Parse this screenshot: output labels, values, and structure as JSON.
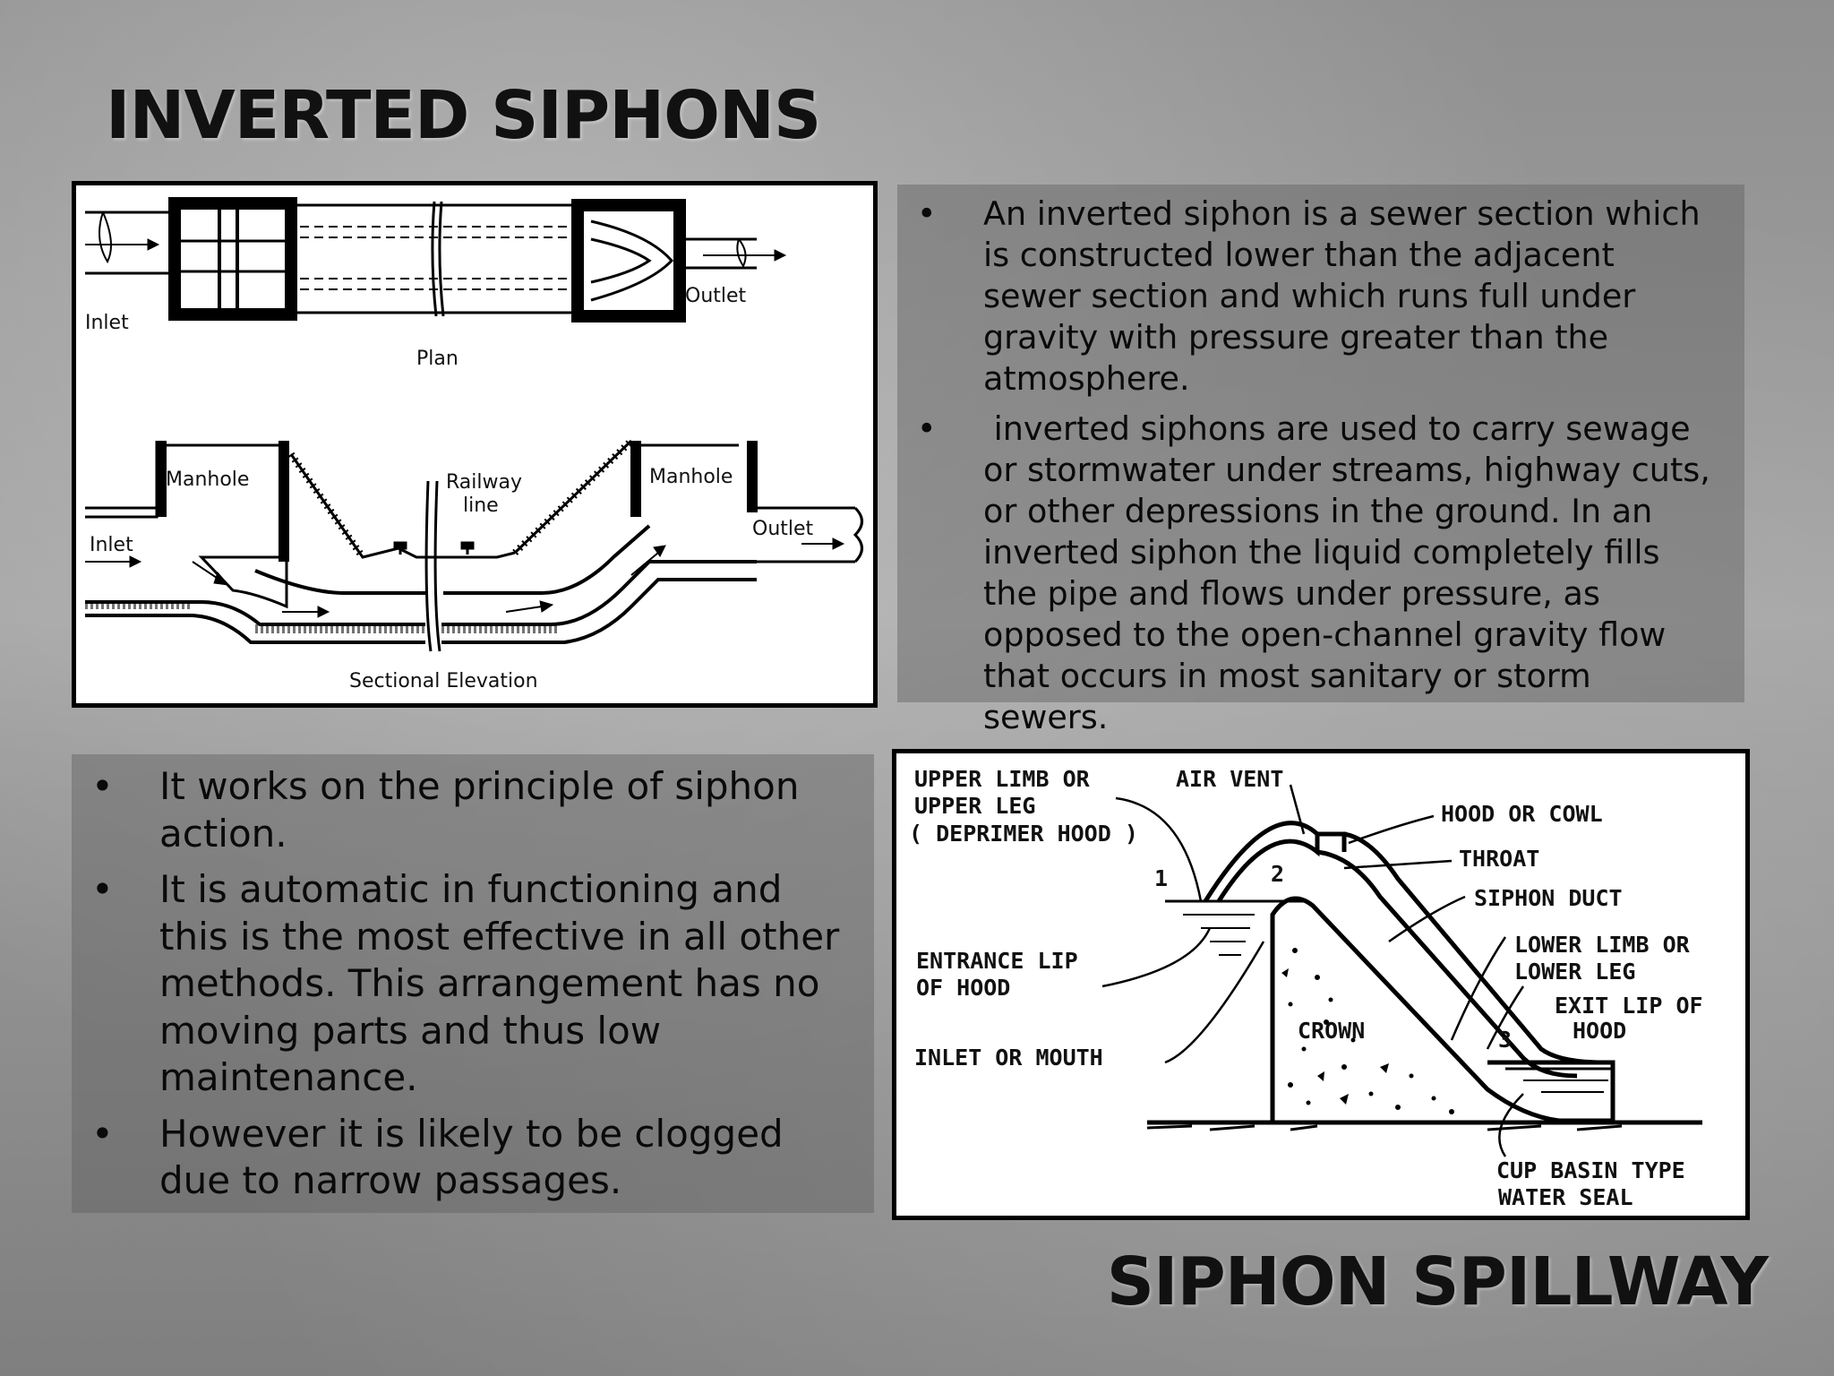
{
  "slide": {
    "title_top": "INVERTED SIPHONS",
    "title_bottom": "SIPHON SPILLWAY"
  },
  "inverted_siphon_figure": {
    "labels": {
      "inlet_plan": "Inlet",
      "outlet_plan": "Outlet",
      "plan": "Plan",
      "manhole_left": "Manhole",
      "railway": "Railway",
      "line": "line",
      "manhole_right": "Manhole",
      "inlet_section": "Inlet",
      "outlet_section": "Outlet",
      "sectional_elevation": "Sectional Elevation"
    }
  },
  "inverted_siphon_text": {
    "bullets": [
      "An inverted siphon is a sewer section which is constructed lower than the adjacent sewer section and which runs full under gravity with pressure greater than the atmosphere.",
      " inverted siphons are used to carry sewage or stormwater under streams, highway cuts, or other depressions in the ground. In an inverted siphon the liquid completely fills the pipe and flows under pressure, as opposed to the open-channel gravity flow that occurs in most sanitary or storm sewers."
    ],
    "bullet_char": "•"
  },
  "siphon_spillway_text": {
    "bullets": [
      "It works on the principle of siphon action.",
      "It is automatic in functioning and this is the most effective in all other methods. This arrangement has no moving parts and thus low maintenance.",
      "However it is likely to be clogged due to narrow passages."
    ],
    "bullet_char": "•"
  },
  "siphon_spillway_figure": {
    "labels": {
      "upper_limb_1": "UPPER LIMB OR",
      "upper_limb_2": "UPPER LEG",
      "upper_limb_3": "( DEPRIMER HOOD )",
      "air_vent": "AIR VENT",
      "hood": "HOOD OR COWL",
      "throat": "THROAT",
      "siphon_duct": "SIPHON DUCT",
      "lower_limb_1": "LOWER LIMB OR",
      "lower_limb_2": "LOWER LEG",
      "exit_lip_1": "EXIT LIP OF",
      "exit_lip_2": "HOOD",
      "entrance_lip_1": "ENTRANCE LIP",
      "entrance_lip_2": "OF HOOD",
      "inlet_mouth": "INLET OR MOUTH",
      "crown": "CROWN",
      "cup_basin_1": "CUP BASIN TYPE",
      "cup_basin_2": "WATER SEAL",
      "num_1": "1",
      "num_2": "2",
      "num_3": "3"
    }
  }
}
